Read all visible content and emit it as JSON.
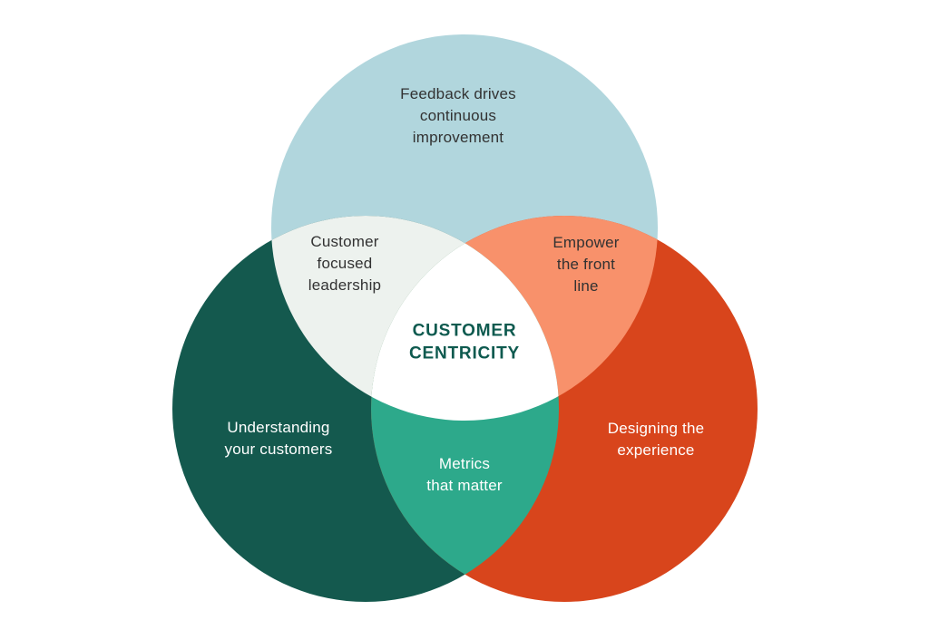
{
  "colors": {
    "background": "#ffffff",
    "top_circle": "#b1d6dd",
    "left_circle": "#14594e",
    "right_circle": "#d8451c",
    "top_left_overlap": "#edf2ee",
    "top_right_overlap": "#f8916b",
    "left_right_overlap": "#2da98b",
    "center_overlap": "#ffffff",
    "center_text": "#0e5a4f",
    "dark_text": "#323232",
    "light_text": "#ffffff"
  },
  "diagram": {
    "type": "venn",
    "title": "Customer Centricity",
    "sets": [
      {
        "id": "feedback",
        "label": "Feedback drives continuous improvement",
        "color": "#b1d6dd"
      },
      {
        "id": "understanding",
        "label": "Understanding your customers",
        "color": "#14594e"
      },
      {
        "id": "designing",
        "label": "Designing the experience",
        "color": "#d8451c"
      }
    ],
    "overlaps": [
      {
        "between": [
          "feedback",
          "understanding"
        ],
        "label": "Customer focused leadership",
        "color": "#edf2ee"
      },
      {
        "between": [
          "feedback",
          "designing"
        ],
        "label": "Empower the front line",
        "color": "#f8916b"
      },
      {
        "between": [
          "understanding",
          "designing"
        ],
        "label": "Metrics that matter",
        "color": "#2da98b"
      },
      {
        "between": [
          "feedback",
          "understanding",
          "designing"
        ],
        "label": "CUSTOMER CENTRICITY",
        "color": "#ffffff"
      }
    ]
  },
  "labels": {
    "top": "Feedback drives\ncontinuous\nimprovement",
    "top_left": "Customer\nfocused\nleadership",
    "top_right": "Empower\nthe front\nline",
    "center": "CUSTOMER\nCENTRICITY",
    "left": "Understanding\nyour customers",
    "right": "Designing the\nexperience",
    "bottom": "Metrics\nthat matter"
  }
}
